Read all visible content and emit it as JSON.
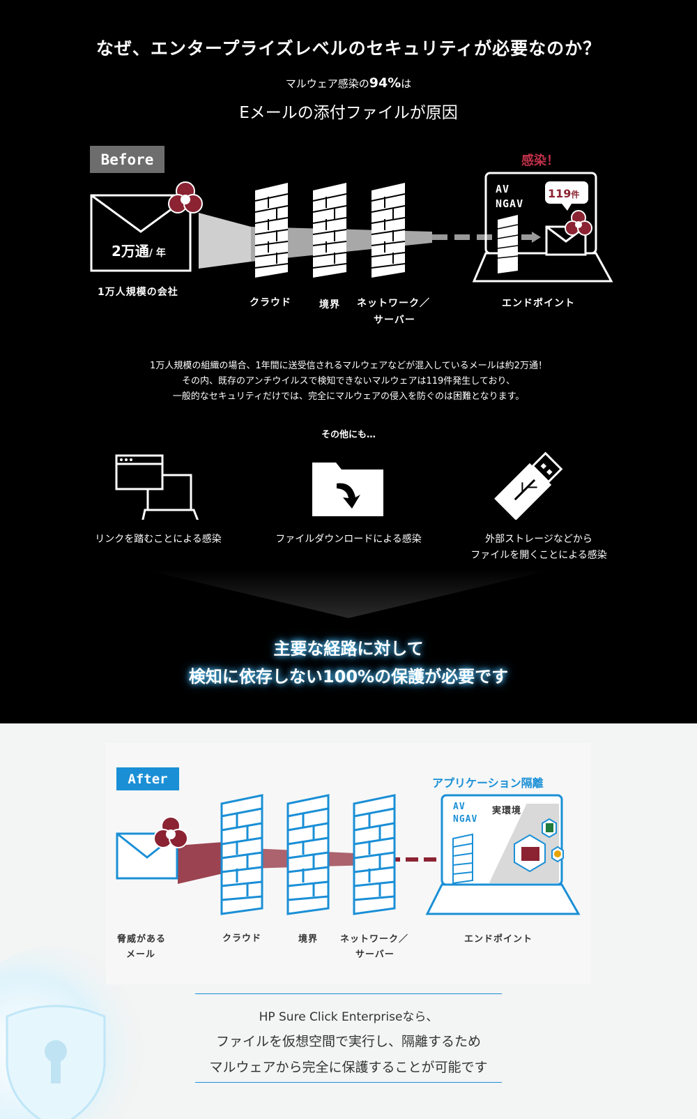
{
  "header": {
    "title": "なぜ、エンタープライズレベルのセキュリティが必要なのか？",
    "stat_prefix": "マルウェア感染の",
    "stat_value": "94%",
    "stat_suffix": "は",
    "stat_sub": "Eメールの添付ファイルが原因"
  },
  "before": {
    "badge": "Before",
    "infected": "感染！",
    "mail_volume": "2万通",
    "mail_unit": "/ 年",
    "company": "1万人規模の会社",
    "av": "AV",
    "ngav": "NGAV",
    "count": "119",
    "count_unit": "件",
    "labels": [
      "クラウド",
      "境界",
      "ネットワーク／",
      "サーバー",
      "エンドポイント"
    ]
  },
  "explanation": [
    "1万人規模の組織の場合、1年間に送受信されるマルウェアなどが混入しているメールは約2万通！",
    "その内、既存のアンチウイルスで検知できないマルウェアは119件発生しており、",
    "一般的なセキュリティだけでは、完全にマルウェアの侵入を防ぐのは困難となります。"
  ],
  "other": {
    "title": "その他にも…",
    "items": [
      {
        "label": "リンクを踏むことによる感染",
        "icon": "browser-laptop-icon"
      },
      {
        "label": "ファイルダウンロードによる感染",
        "icon": "download-folder-icon"
      },
      {
        "label": "外部ストレージなどから",
        "label2": "ファイルを開くことによる感染",
        "icon": "usb-drive-icon"
      }
    ]
  },
  "emphasis": [
    "主要な経路に対して",
    "検知に依存しない100%の保護が必要です"
  ],
  "after": {
    "badge": "After",
    "isolation_title": "アプリケーション隔離",
    "real_env": "実環境",
    "av": "AV",
    "ngav": "NGAV",
    "labels": [
      "脅威がある",
      "メール",
      "クラウド",
      "境界",
      "ネットワーク／",
      "サーバー",
      "エンドポイント"
    ]
  },
  "conclusion": {
    "brand": "HP Sure Click Enterprise",
    "line1_suffix": "なら、",
    "line2": "ファイルを仮想空間で実行し、隔離するため",
    "line3": "マルウェアから完全に保護することが可能です"
  },
  "colors": {
    "accent_blue": "#1a8fd6",
    "danger_red": "#8b2332",
    "infected_red": "#c0314a"
  }
}
